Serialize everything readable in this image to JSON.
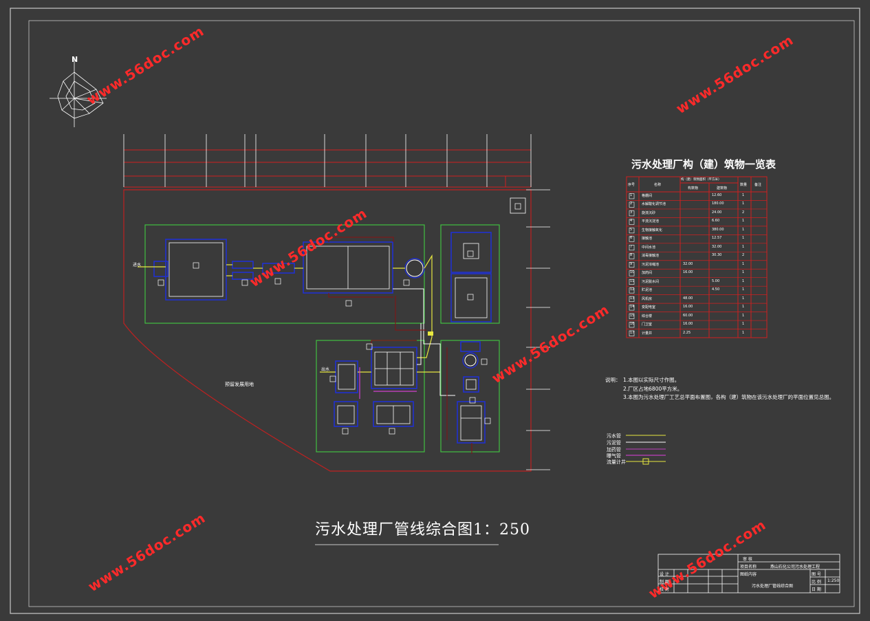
{
  "drawing_title": "污水处理厂管线综合图1：250",
  "table_title": "污水处理厂构（建）筑物一览表",
  "north_label": "N",
  "watermark": "www.56doc.com",
  "notes_label": "说明：",
  "notes": [
    "1.本图以实际尺寸作图。",
    "2.厂区占地6800平方米。",
    "3.本图为污水处理厂工艺总平面布置图，各构（建）筑物在该污水处理厂的平面位置见总图。"
  ],
  "legend": [
    {
      "label": "污水管",
      "color": "#e8e840"
    },
    {
      "label": "污泥管",
      "color": "#ffffff"
    },
    {
      "label": "加药管",
      "color": "#c040c0"
    },
    {
      "label": "曝气管",
      "color": "#e040e0"
    },
    {
      "label": "流量计井",
      "color": "#e8e840"
    }
  ],
  "building_table": {
    "headers": [
      "序号",
      "名称",
      "构（建）筑物面积（平方米）",
      "数量",
      "备注"
    ],
    "subheaders": [
      "构筑物",
      "建筑物"
    ],
    "rows": [
      [
        "1",
        "格栅间",
        "",
        "12.60",
        "1"
      ],
      [
        "2",
        "水解酸化调节池",
        "",
        "180.00",
        "1"
      ],
      [
        "3",
        "旋流沉砂",
        "",
        "24.00",
        "2"
      ],
      [
        "4",
        "平流沉淀池",
        "",
        "6.60",
        "1"
      ],
      [
        "5",
        "生物接触氧化",
        "",
        "380.00",
        "1"
      ],
      [
        "6",
        "接触池",
        "",
        "12.57",
        "1"
      ],
      [
        "7",
        "中间水池",
        "",
        "32.00",
        "1"
      ],
      [
        "8",
        "消毒接触池",
        "",
        "30.30",
        "2"
      ],
      [
        "9",
        "污泥浓缩池",
        "32.00",
        "",
        "1"
      ],
      [
        "10",
        "加药间",
        "16.00",
        "",
        "1"
      ],
      [
        "11",
        "污泥脱水间",
        "",
        "5.00",
        "1"
      ],
      [
        "12",
        "贮泥池",
        "",
        "4.50",
        "1"
      ],
      [
        "13",
        "风机房",
        "48.00",
        "",
        "1"
      ],
      [
        "14",
        "变配电室",
        "16.00",
        "",
        "1"
      ],
      [
        "15",
        "综合楼",
        "60.00",
        "",
        "1"
      ],
      [
        "16",
        "门卫室",
        "16.00",
        "",
        "1"
      ],
      [
        "17",
        "计量井",
        "2.25",
        "",
        "1"
      ]
    ]
  },
  "title_block": {
    "r1": "审 核",
    "r2": "项目名称",
    "r2v": "燕山石化公司污水处理工程",
    "r3": "图纸内容",
    "r3v": "污水处理厂管线综合图",
    "c1": "设 计",
    "c2": "制 图",
    "c3": "校 对",
    "s1": "图 号",
    "s2": "比 例",
    "s2v": "1:250",
    "s3": "日 期"
  },
  "site_label": "预留发展用地",
  "inlet_label": "进水",
  "outlet_label": "出水",
  "unit_numbers": [
    "1",
    "2",
    "3",
    "4",
    "5",
    "6",
    "7",
    "8",
    "9",
    "10",
    "11",
    "12",
    "13",
    "14",
    "15",
    "16",
    "17"
  ]
}
